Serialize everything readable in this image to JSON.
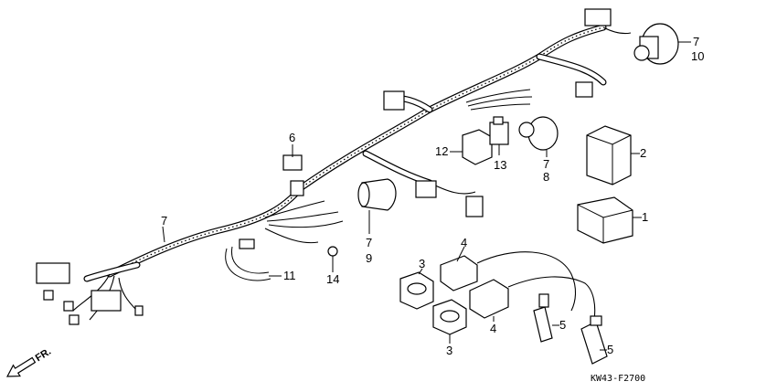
{
  "diagram": {
    "code": "KW43-F2700",
    "direction_label": "FR.",
    "callouts": [
      {
        "id": "c7a",
        "text": "7"
      },
      {
        "id": "c10",
        "text": "10"
      },
      {
        "id": "c2",
        "text": "2"
      },
      {
        "id": "c1",
        "text": "1"
      },
      {
        "id": "c6",
        "text": "6"
      },
      {
        "id": "c12",
        "text": "12"
      },
      {
        "id": "c13",
        "text": "13"
      },
      {
        "id": "c7b",
        "text": "7"
      },
      {
        "id": "c8",
        "text": "8"
      },
      {
        "id": "c7c",
        "text": "7"
      },
      {
        "id": "c7d",
        "text": "7"
      },
      {
        "id": "c9",
        "text": "9"
      },
      {
        "id": "c11",
        "text": "11"
      },
      {
        "id": "c14",
        "text": "14"
      },
      {
        "id": "c4a",
        "text": "4"
      },
      {
        "id": "c3a",
        "text": "3"
      },
      {
        "id": "c4b",
        "text": "4"
      },
      {
        "id": "c3b",
        "text": "3"
      },
      {
        "id": "c5a",
        "text": "5"
      },
      {
        "id": "c5b",
        "text": "5"
      }
    ]
  }
}
